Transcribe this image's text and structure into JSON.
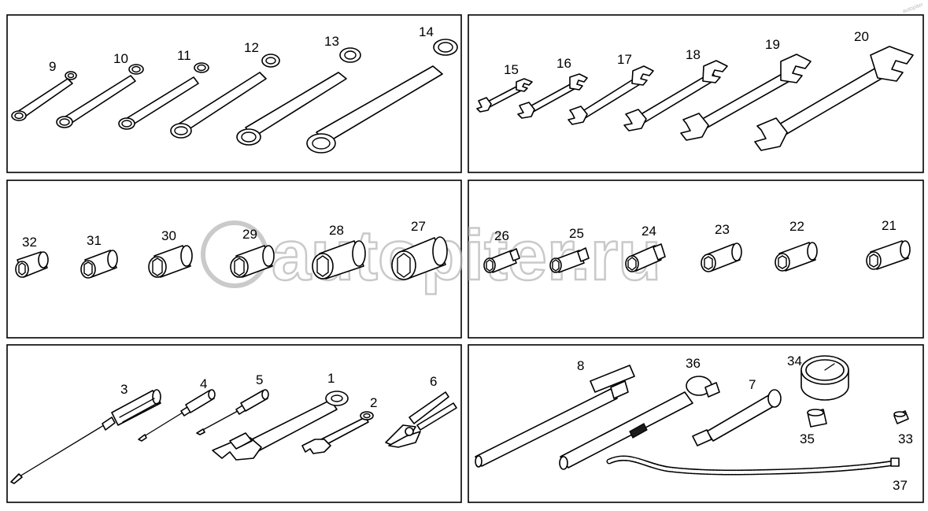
{
  "watermark": {
    "text": "autopiter.ru",
    "corner_text": "autopiter"
  },
  "panels": [
    {
      "id": "double-ended-ring-wrenches",
      "items": [
        "9",
        "10",
        "11",
        "12",
        "13",
        "14"
      ]
    },
    {
      "id": "open-end-wrenches",
      "items": [
        "15",
        "16",
        "17",
        "18",
        "19",
        "20"
      ]
    },
    {
      "id": "sockets-left",
      "items": [
        "32",
        "31",
        "30",
        "29",
        "28",
        "27"
      ]
    },
    {
      "id": "sockets-right",
      "items": [
        "26",
        "25",
        "24",
        "23",
        "22",
        "21"
      ]
    },
    {
      "id": "hand-tools",
      "items": [
        "3",
        "4",
        "5",
        "1",
        "2",
        "6"
      ]
    },
    {
      "id": "drive-tools",
      "items": [
        "8",
        "36",
        "7",
        "34",
        "35",
        "33",
        "37"
      ]
    }
  ],
  "callouts": {
    "c1": "1",
    "c2": "2",
    "c3": "3",
    "c4": "4",
    "c5": "5",
    "c6": "6",
    "c7": "7",
    "c8": "8",
    "c9": "9",
    "c10": "10",
    "c11": "11",
    "c12": "12",
    "c13": "13",
    "c14": "14",
    "c15": "15",
    "c16": "16",
    "c17": "17",
    "c18": "18",
    "c19": "19",
    "c20": "20",
    "c21": "21",
    "c22": "22",
    "c23": "23",
    "c24": "24",
    "c25": "25",
    "c26": "26",
    "c27": "27",
    "c28": "28",
    "c29": "29",
    "c30": "30",
    "c31": "31",
    "c32": "32",
    "c33": "33",
    "c34": "34",
    "c35": "35",
    "c36": "36",
    "c37": "37"
  }
}
